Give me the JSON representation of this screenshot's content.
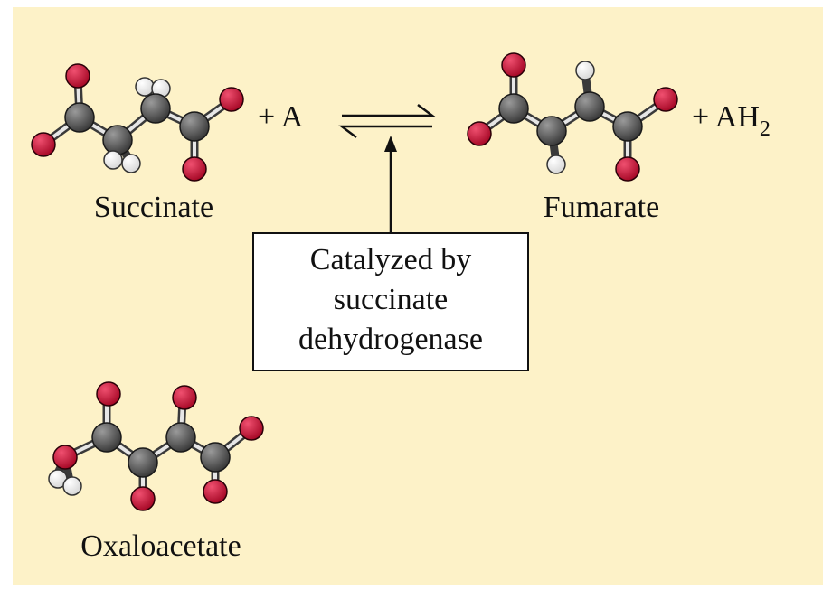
{
  "labels": {
    "succinate": "Succinate",
    "fumarate": "Fumarate",
    "oxaloacetate": "Oxaloacetate",
    "plus_a": "+ A",
    "plus_ah": "+ AH",
    "ah_subscript": "2",
    "enzyme_line1": "Catalyzed by",
    "enzyme_line2": "succinate",
    "enzyme_line3": "dehydrogenase"
  },
  "colors": {
    "background": "#fdf2c8",
    "carbon": "#5a5a5a",
    "oxygen": "#d2143a",
    "hydrogen": "#ffffff",
    "bond": "#3a3a3a"
  }
}
